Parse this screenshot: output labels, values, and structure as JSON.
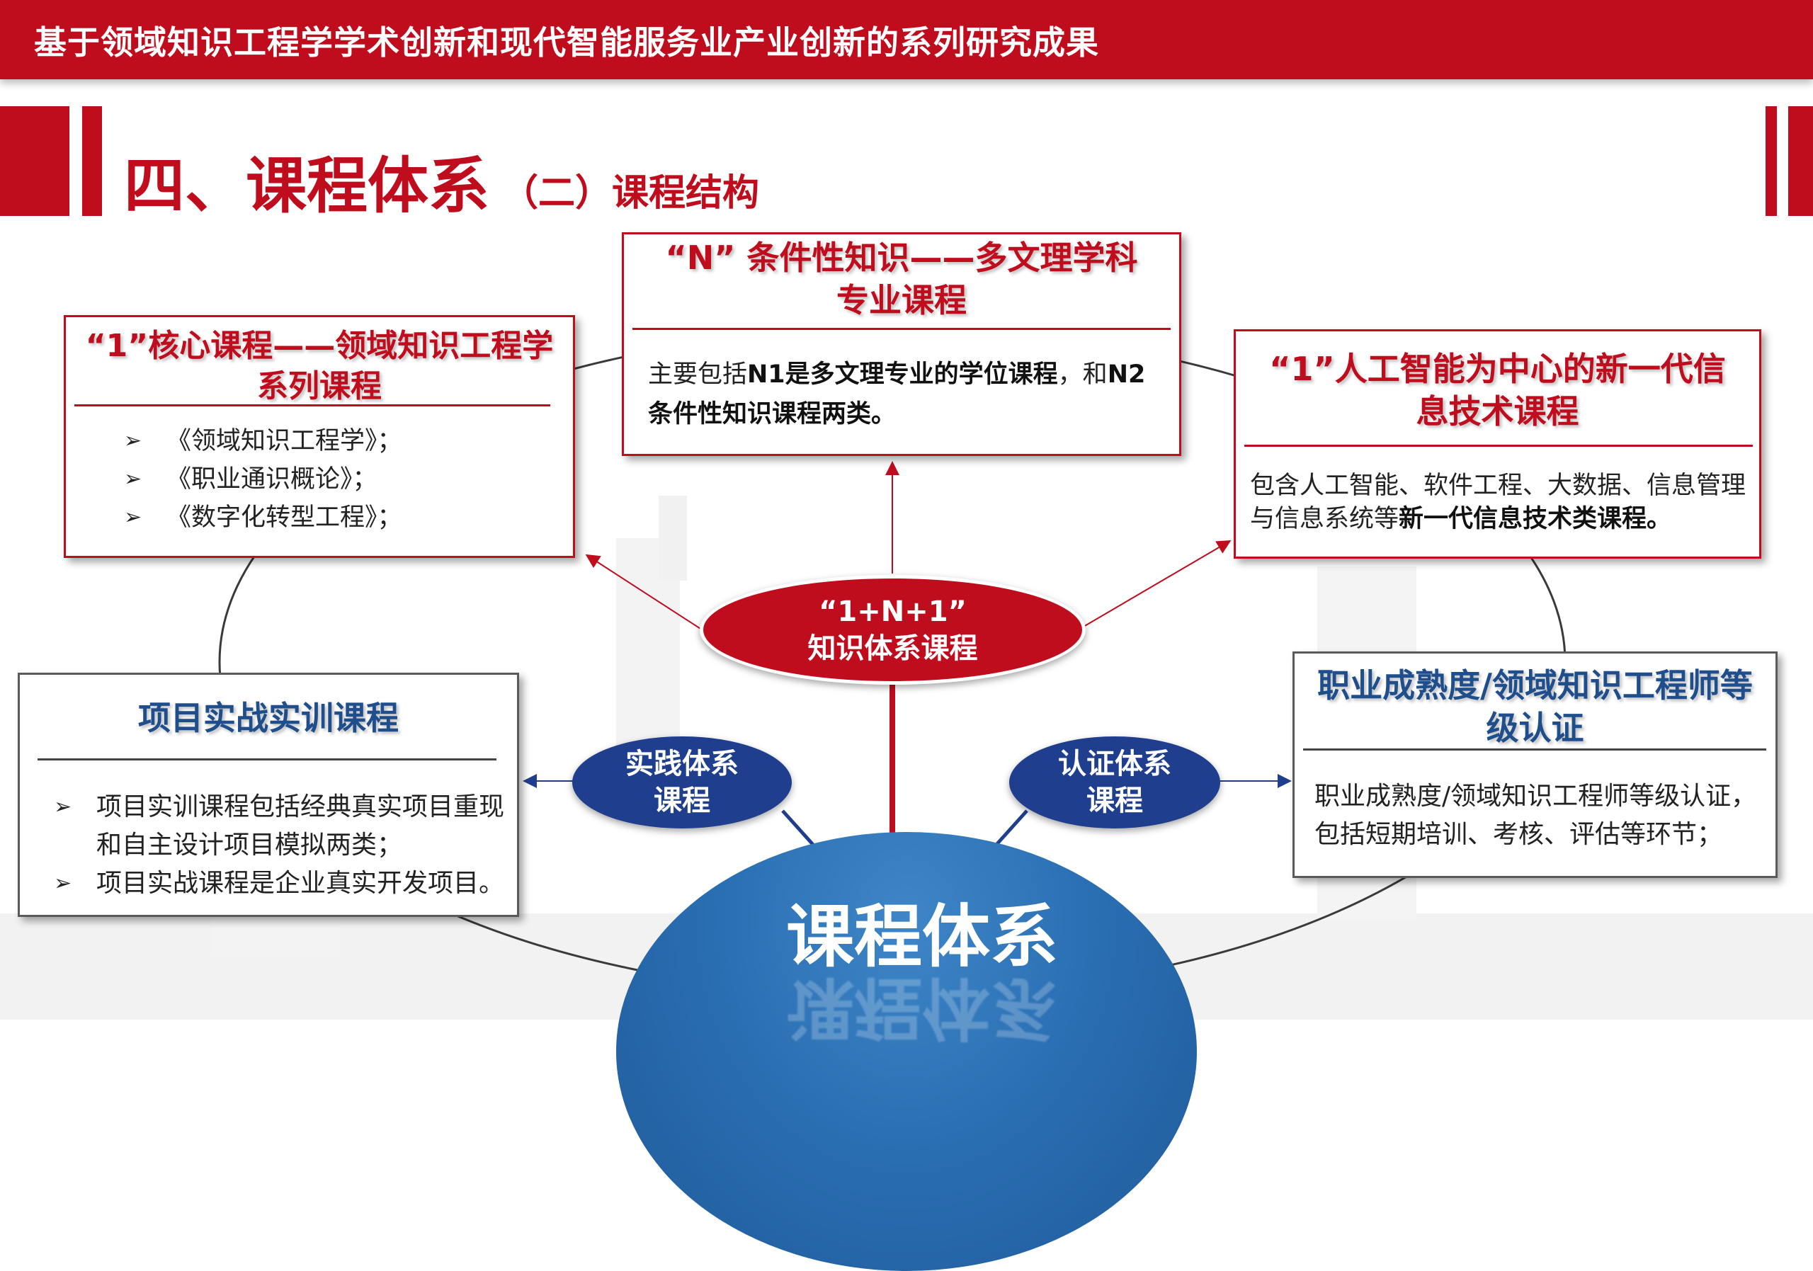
{
  "header": {
    "title": "基于领域知识工程学学术创新和现代智能服务业产业创新的系列研究成果"
  },
  "page": {
    "title": "四、课程体系",
    "subtitle": "（二）课程结构"
  },
  "boxes": {
    "core": {
      "title": "“1”核心课程——领域知识工程学系列课程",
      "items": [
        "《领域知识工程学》；",
        "《职业通识概论》；",
        "《数字化转型工程》；"
      ]
    },
    "conditional": {
      "title": "“N” 条件性知识——多文理学科专业课程",
      "text_pre": "主要包括",
      "text_b1": "N1是多文理专业的学位课程",
      "text_mid": "，和",
      "text_b2": "N2条件性知识课程两类。"
    },
    "ai": {
      "title": "“1”人工智能为中心的新一代信息技术课程",
      "text_pre": "包含人工智能、软件工程、大数据、信息管理与信息系统等",
      "text_b": "新一代信息技术类课程。"
    },
    "project": {
      "title": "项目实战实训课程",
      "items": [
        "项目实训课程包括经典真实项目重现和自主设计项目模拟两类；",
        "项目实战课程是企业真实开发项目。"
      ]
    },
    "cert": {
      "title": "职业成熟度/领域知识工程师等级认证",
      "text": "职业成熟度/领域知识工程师等级认证，包括短期培训、考核、评估等环节；"
    }
  },
  "hub": {
    "line1": "“1+N+1”",
    "line2": "知识体系课程"
  },
  "practice": {
    "line1": "实践体系",
    "line2": "课程"
  },
  "certification": {
    "line1": "认证体系",
    "line2": "课程"
  },
  "dome": {
    "label": "课程体系"
  },
  "icons": {
    "bullet": "➢"
  },
  "colors": {
    "brand_red": "#c00d1e",
    "navy": "#1f3f8e",
    "dome_blue": "#2a6fb3"
  }
}
